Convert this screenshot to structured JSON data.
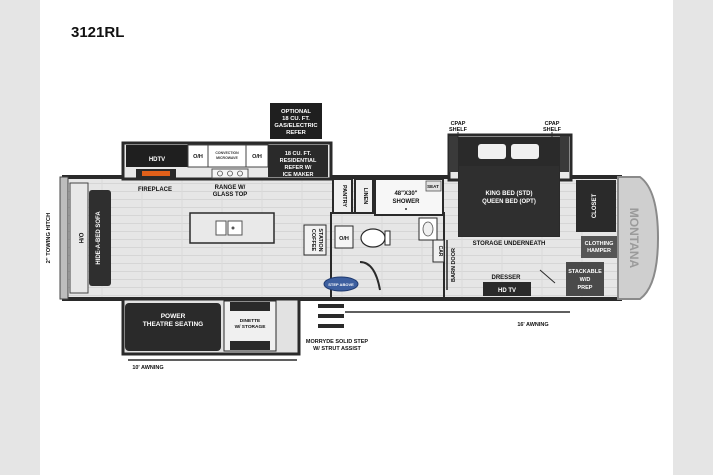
{
  "model": "3121RL",
  "callout_refer": [
    "OPTIONAL",
    "18 CU. FT.",
    "GAS/ELECTRIC",
    "REFER"
  ],
  "labels": {
    "hdtv": "HDTV",
    "oh": "O/H",
    "convection_microwave": [
      "CONVECTION",
      "MICROWAVE"
    ],
    "residential_refer": [
      "18 CU. FT.",
      "RESIDENTIAL",
      "REFER W/",
      "ICE MAKER"
    ],
    "fireplace": "FIREPLACE",
    "range": [
      "RANGE W/",
      "GLASS TOP"
    ],
    "pantry": "PANTRY",
    "linen": "LINEN",
    "shower": [
      "48\"X30\"",
      "SHOWER"
    ],
    "seat": "SEAT",
    "coffee_station": [
      "COFFEE",
      "STATION"
    ],
    "car": "CAR",
    "barn_door": "BARN DOOR",
    "cpap_shelf": [
      "CPAP",
      "SHELF"
    ],
    "bed": [
      "KING BED (STD)",
      "QUEEN BED (OPT)"
    ],
    "storage_underneath": "STORAGE UNDERNEATH",
    "closet": "CLOSET",
    "clothing_hamper": [
      "CLOTHING",
      "HAMPER"
    ],
    "stackable": [
      "STACKABLE",
      "W/D",
      "PREP"
    ],
    "dresser": "DRESSER",
    "hd_tv": "HD TV",
    "hide_a_bed_sofa": "HIDE-A-BED SOFA",
    "towing_hitch": "2\" TOWING HITCH",
    "power_theatre_seating": [
      "POWER",
      "THEATRE SEATING"
    ],
    "dinette": [
      "DINETTE",
      "W/ STORAGE"
    ],
    "morryde_step": [
      "MORRYDE SOLID STEP",
      "W/ STRUT ASSIST"
    ],
    "awning_10": "10' AWNING",
    "awning_16": "16' AWNING",
    "step_above": "STEP ABOVE",
    "brand": "MONTANA"
  },
  "colors": {
    "dark": "#1f1f1f",
    "wall": "#2a2a2a",
    "floor": "#e4e4e4",
    "floor_light": "#f2f2f2",
    "badge": "#3d5f9f"
  }
}
